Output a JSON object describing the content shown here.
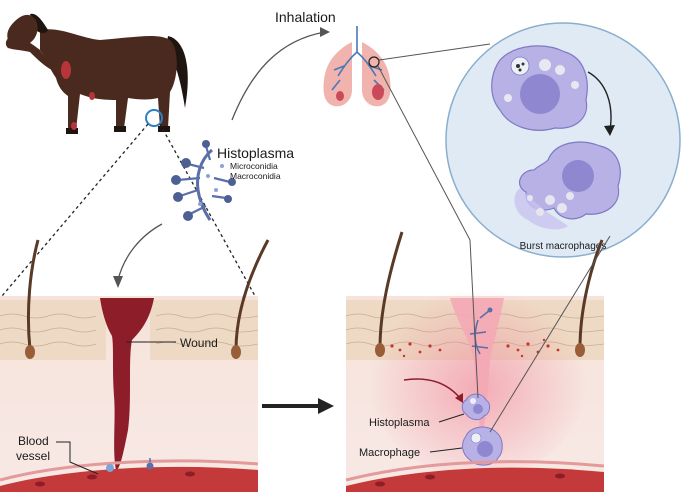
{
  "labels": {
    "inhalation": "Inhalation",
    "histoplasma_title": "Histoplasma",
    "microconidia": "Microconidia",
    "macroconidia": "Macroconidia",
    "wound": "Wound",
    "blood_vessel_line1": "Blood",
    "blood_vessel_line2": "vessel",
    "burst_macrophages": "Burst macrophages",
    "histoplasma_cell": "Histoplasma",
    "macrophage": "Macrophage"
  },
  "colors": {
    "horse_body": "#4a2a1e",
    "horse_mane": "#1e1410",
    "skin_top": "#e8d2b8",
    "skin_layer": "#f2dfcb",
    "dermis": "#f6e4df",
    "wound": "#8e1d2a",
    "blood_vessel": "#c43a3a",
    "macrophage": "#b7b1e6",
    "macrophage_nucleus": "#8f87cf",
    "circle_fill": "#dfeaf5",
    "circle_stroke": "#8aaecd",
    "inflammation": "#f4a8b5",
    "fungus": "#5a6fa8",
    "lung": "#f0b3ad"
  },
  "icons": [
    "horse-icon",
    "lungs-icon",
    "fungus-icon",
    "hair-follicle-icon",
    "macrophage-icon"
  ]
}
